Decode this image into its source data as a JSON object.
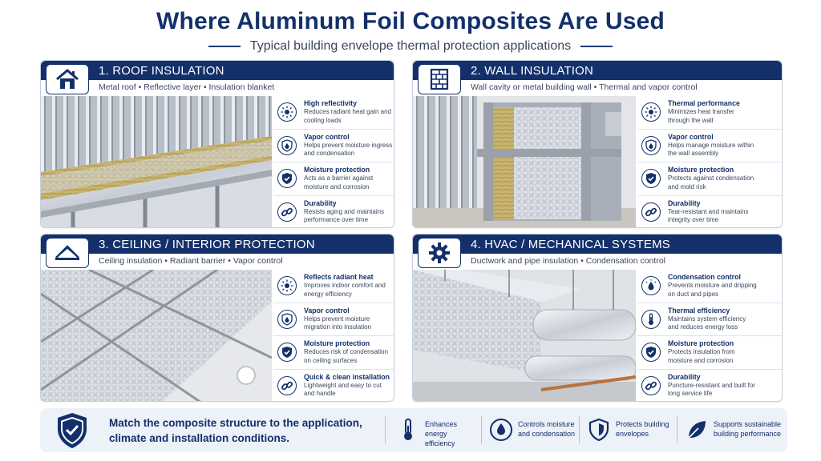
{
  "header": {
    "title": "Where Aluminum Foil Composites Are Used",
    "subtitle": "Typical building envelope thermal protection applications"
  },
  "panels": [
    {
      "title": "1. ROOF INSULATION",
      "subtitle": "Metal roof • Reflective layer • Insulation blanket",
      "icon": "house-icon",
      "features": [
        {
          "icon": "sun-icon",
          "title": "High reflectivity",
          "desc": "Reduces radiant heat gain and cooling loads"
        },
        {
          "icon": "droplet-shield-icon",
          "title": "Vapor control",
          "desc": "Helps prevent moisture ingress and condensation"
        },
        {
          "icon": "shield-check-icon",
          "title": "Moisture protection",
          "desc": "Acts as a barrier against moisture and corrosion"
        },
        {
          "icon": "link-icon",
          "title": "Durability",
          "desc": "Resists aging and maintains performance over time"
        }
      ]
    },
    {
      "title": "2. WALL INSULATION",
      "subtitle": "Wall cavity or metal building wall • Thermal and vapor control",
      "icon": "wall-icon",
      "features": [
        {
          "icon": "sun-icon",
          "title": "Thermal performance",
          "desc": "Minimizes heat transfer through the wall"
        },
        {
          "icon": "droplet-shield-icon",
          "title": "Vapor control",
          "desc": "Helps manage moisture within the wall assembly"
        },
        {
          "icon": "shield-check-icon",
          "title": "Moisture protection",
          "desc": "Protects against condensation and mold risk"
        },
        {
          "icon": "link-icon",
          "title": "Durability",
          "desc": "Tear-resistant and maintains integrity over time"
        }
      ]
    },
    {
      "title": "3. CEILING / INTERIOR PROTECTION",
      "subtitle": "Ceiling insulation • Radiant barrier • Vapor control",
      "icon": "ceiling-icon",
      "features": [
        {
          "icon": "sun-icon",
          "title": "Reflects radiant heat",
          "desc": "Improves indoor comfort and energy efficiency"
        },
        {
          "icon": "droplet-shield-icon",
          "title": "Vapor control",
          "desc": "Helps prevent moisture migration into insulation"
        },
        {
          "icon": "shield-check-icon",
          "title": "Moisture protection",
          "desc": "Reduces risk of condensation on ceiling surfaces"
        },
        {
          "icon": "link-icon",
          "title": "Quick & clean installation",
          "desc": "Lightweight and easy to cut and handle"
        }
      ]
    },
    {
      "title": "4. HVAC / MECHANICAL SYSTEMS",
      "subtitle": "Ductwork and pipe insulation • Condensation control",
      "icon": "gear-icon",
      "features": [
        {
          "icon": "droplet-sun-icon",
          "title": "Condensation control",
          "desc": "Prevents moisture and dripping on duct and pipes"
        },
        {
          "icon": "thermometer-icon",
          "title": "Thermal efficiency",
          "desc": "Maintains system efficiency and reduces energy loss"
        },
        {
          "icon": "shield-check-icon",
          "title": "Moisture protection",
          "desc": "Protects insulation from moisture and corrosion"
        },
        {
          "icon": "link-icon",
          "title": "Durability",
          "desc": "Puncture-resistant and built for long service life"
        }
      ]
    }
  ],
  "footer": {
    "message": "Match the composite structure to the application, climate and installation conditions.",
    "items": [
      {
        "icon": "thermometer-icon",
        "text": "Enhances energy efficiency"
      },
      {
        "icon": "droplet-icon",
        "text": "Controls moisture and condensation"
      },
      {
        "icon": "shield-icon",
        "text": "Protects building envelopes"
      },
      {
        "icon": "leaf-icon",
        "text": "Supports sustainable building performance"
      }
    ]
  },
  "colors": {
    "navy": "#13306b",
    "text": "#3a4660",
    "footer_bg": "#edf1f8"
  }
}
